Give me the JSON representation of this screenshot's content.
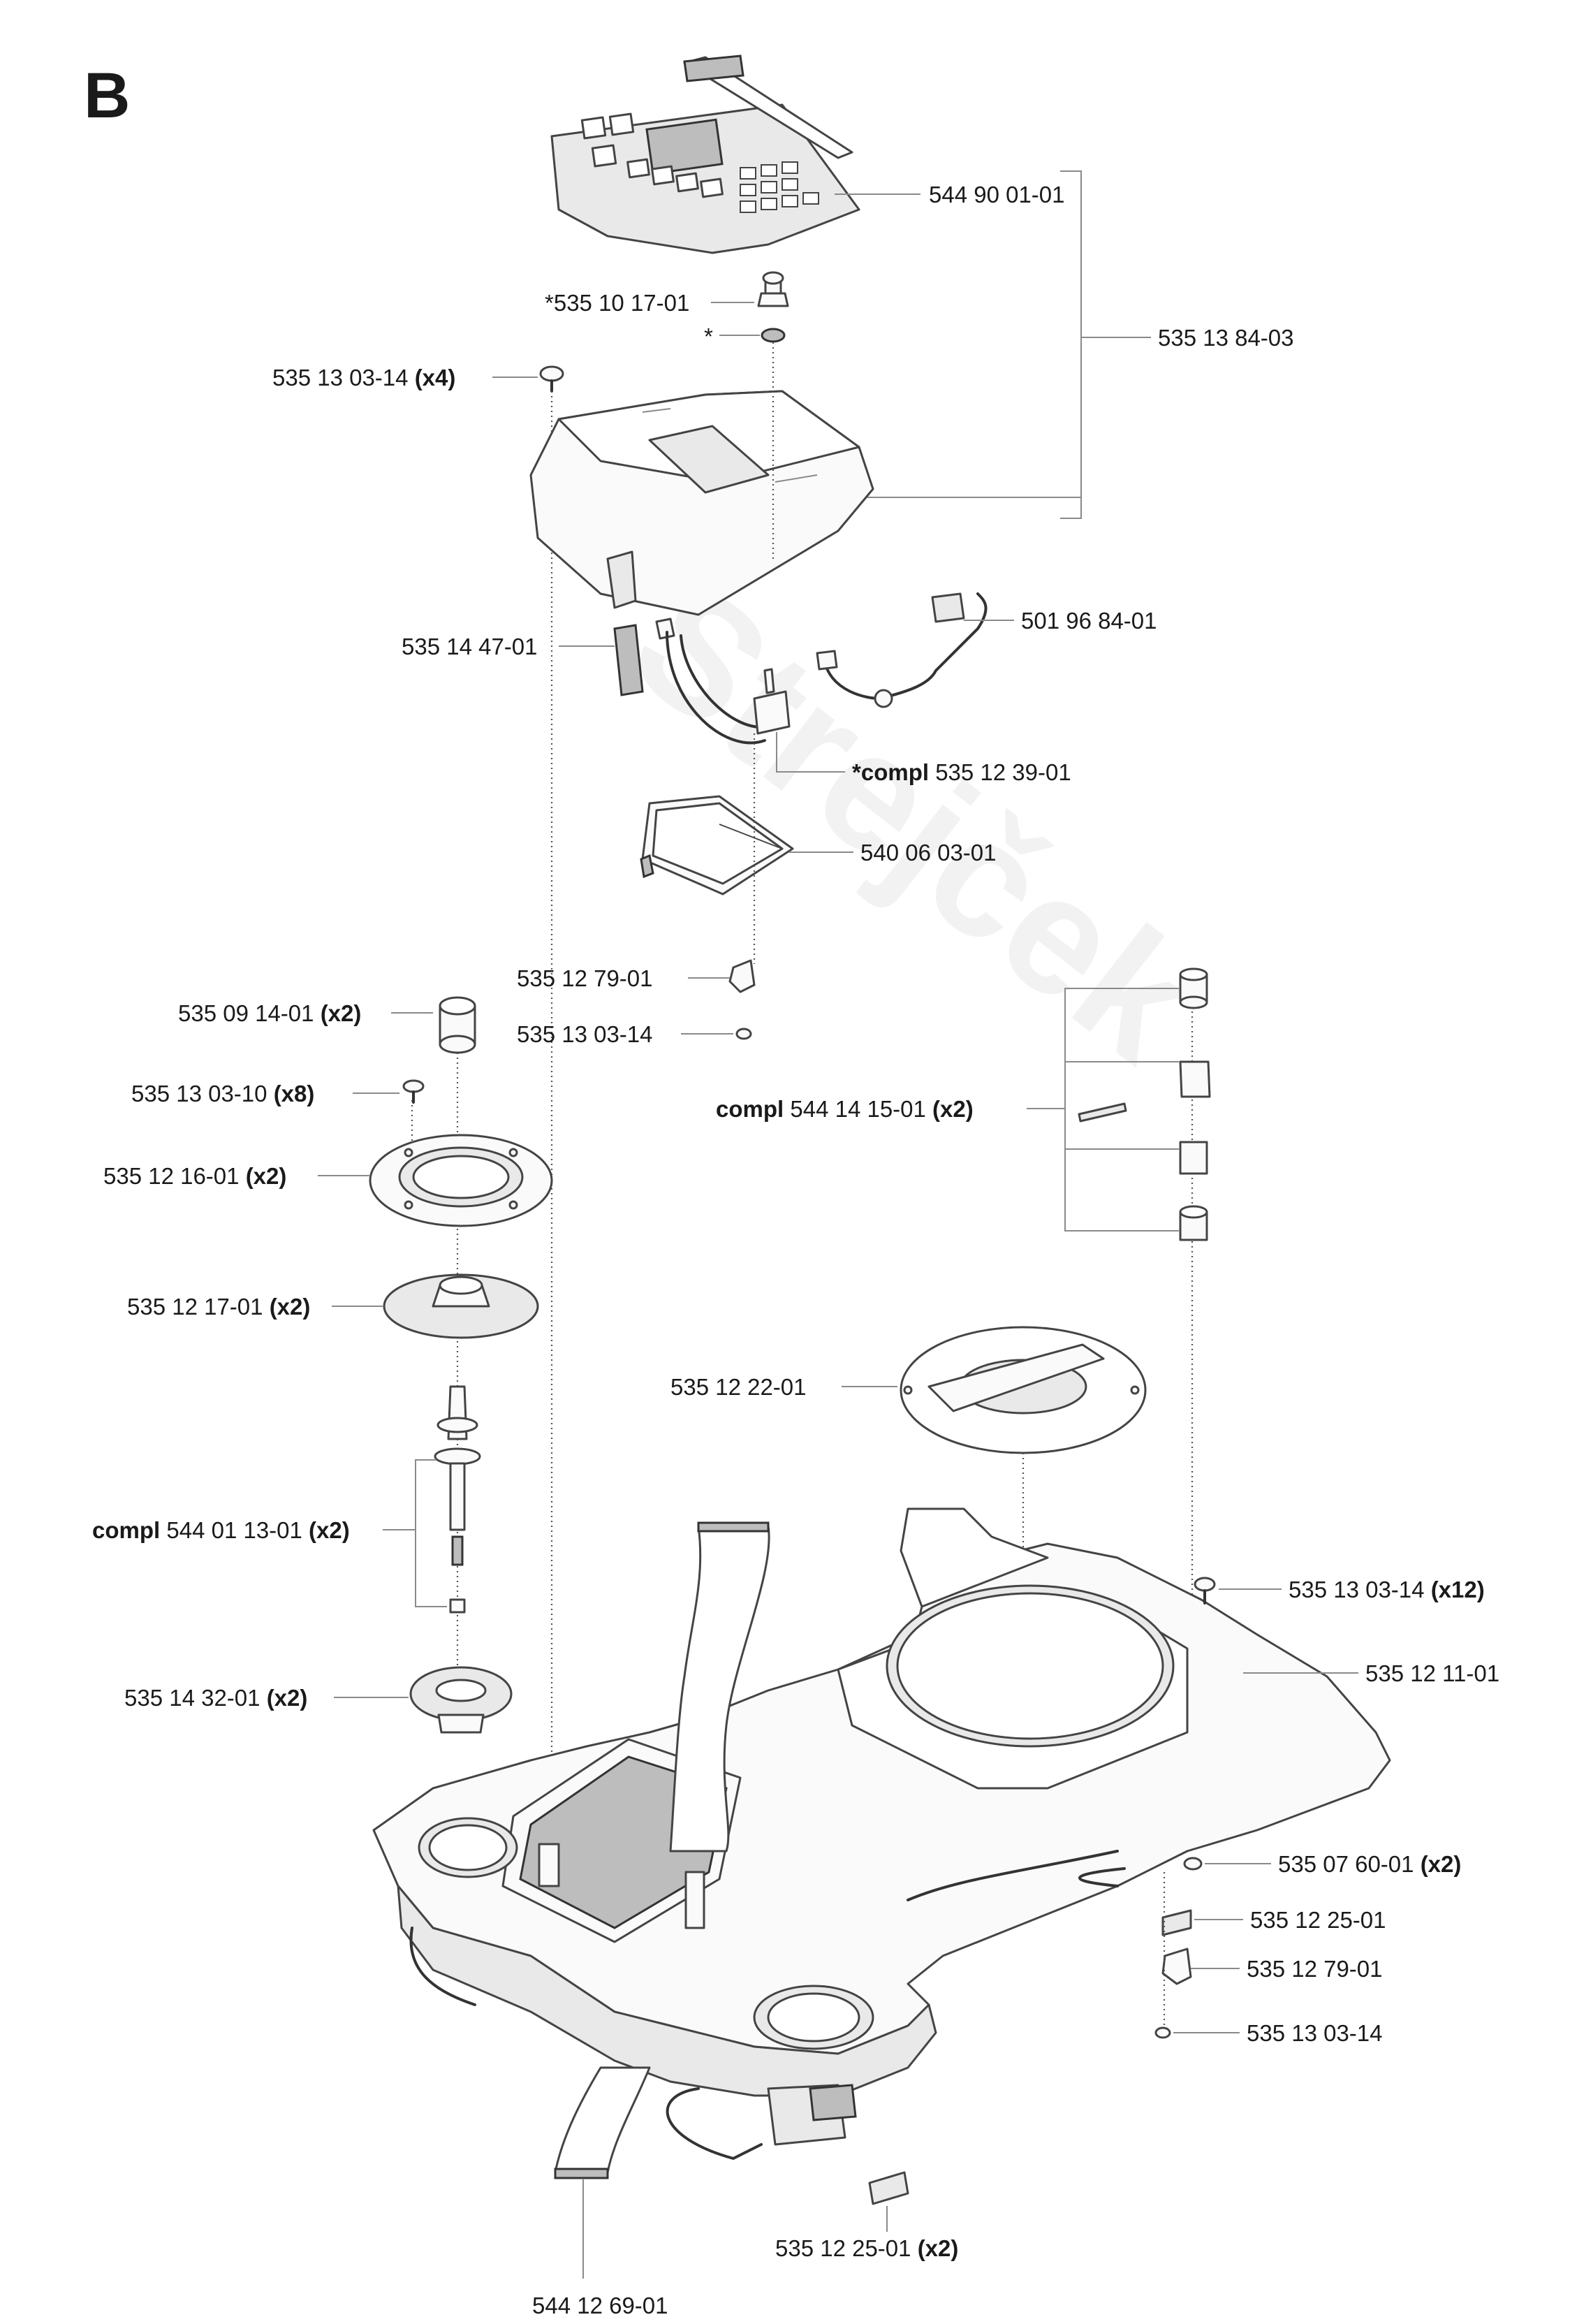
{
  "section": "B",
  "watermark": "Strejček",
  "callouts": [
    {
      "id": "c01",
      "number": "544 90 01-01",
      "qty": ""
    },
    {
      "id": "c02",
      "number": "*535 10 17-01",
      "qty": ""
    },
    {
      "id": "c03",
      "number": "*",
      "qty": ""
    },
    {
      "id": "c04",
      "number": "535 13 84-03",
      "qty": ""
    },
    {
      "id": "c05",
      "number": "535 13 03-14",
      "qty": "(x4)"
    },
    {
      "id": "c06",
      "number": "501 96 84-01",
      "qty": ""
    },
    {
      "id": "c07",
      "number": "535 14 47-01",
      "qty": ""
    },
    {
      "id": "c08",
      "prefix": "*compl",
      "number": "535 12 39-01",
      "qty": ""
    },
    {
      "id": "c09",
      "number": "540 06 03-01",
      "qty": ""
    },
    {
      "id": "c10",
      "number": "535 12 79-01",
      "qty": ""
    },
    {
      "id": "c11",
      "number": "535 13 03-14",
      "qty": ""
    },
    {
      "id": "c12",
      "number": "535 09 14-01",
      "qty": "(x2)"
    },
    {
      "id": "c13",
      "number": "535 13 03-10",
      "qty": "(x8)"
    },
    {
      "id": "c14",
      "prefix": "compl",
      "number": "544 14 15-01",
      "qty": "(x2)"
    },
    {
      "id": "c15",
      "number": "535 12 16-01",
      "qty": "(x2)"
    },
    {
      "id": "c16",
      "number": "535 12 17-01",
      "qty": "(x2)"
    },
    {
      "id": "c17",
      "number": "535 12 22-01",
      "qty": ""
    },
    {
      "id": "c18",
      "prefix": "compl",
      "number": "544 01 13-01",
      "qty": "(x2)"
    },
    {
      "id": "c19",
      "number": "535 13 03-14",
      "qty": "(x12)"
    },
    {
      "id": "c20",
      "number": "535 12 11-01",
      "qty": ""
    },
    {
      "id": "c21",
      "number": "535 14 32-01",
      "qty": "(x2)"
    },
    {
      "id": "c22",
      "number": "535 07 60-01",
      "qty": "(x2)"
    },
    {
      "id": "c23",
      "number": "535 12 25-01",
      "qty": ""
    },
    {
      "id": "c24",
      "number": "535 12 79-01",
      "qty": ""
    },
    {
      "id": "c25",
      "number": "535 13 03-14",
      "qty": ""
    },
    {
      "id": "c26",
      "number": "535 12 25-01",
      "qty": "(x2)"
    },
    {
      "id": "c27",
      "number": "544 12 69-01",
      "qty": ""
    }
  ]
}
